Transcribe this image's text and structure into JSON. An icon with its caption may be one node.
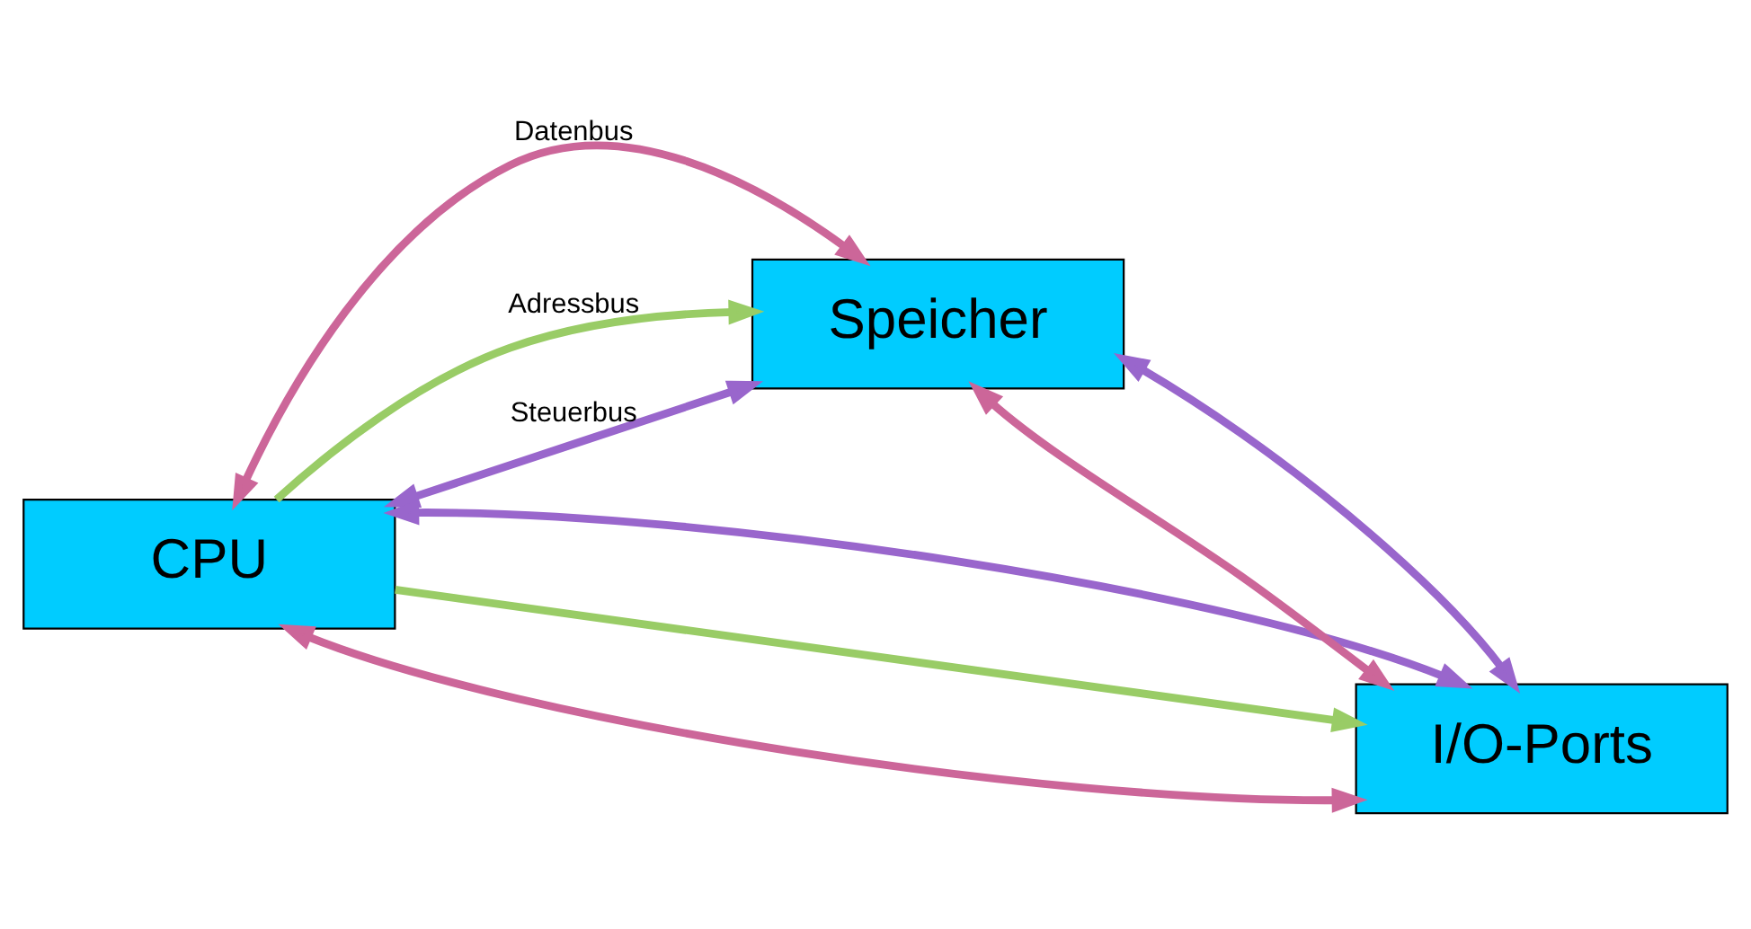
{
  "diagram": {
    "nodes": [
      {
        "text": [
          "CPU"
        ]
      },
      {
        "text": [
          "Speicher"
        ]
      },
      {
        "text": [
          "I/O-Ports"
        ]
      }
    ],
    "edges": [
      {
        "from": 0,
        "to": 1,
        "arrow": "both",
        "label": "Datenbus",
        "color": "#cc6699"
      },
      {
        "from": 0,
        "to": 2,
        "arrow": "both",
        "color": "#cc6699"
      },
      {
        "from": 1,
        "to": 2,
        "arrow": "both",
        "color": "#cc6699"
      },
      {
        "from": 0,
        "to": 1,
        "arrow": "to",
        "label": "Adressbus",
        "color": "#99cc66"
      },
      {
        "from": 0,
        "to": 2,
        "arrow": "to",
        "color": "#99cc66"
      },
      {
        "from": 0,
        "to": 1,
        "arrow": "both",
        "label": "Steuerbus",
        "color": "#9966cc"
      },
      {
        "from": 0,
        "to": 2,
        "arrow": "both",
        "color": "#9966cc"
      },
      {
        "from": 1,
        "to": 2,
        "arrow": "both",
        "color": "#9966cc"
      }
    ]
  }
}
